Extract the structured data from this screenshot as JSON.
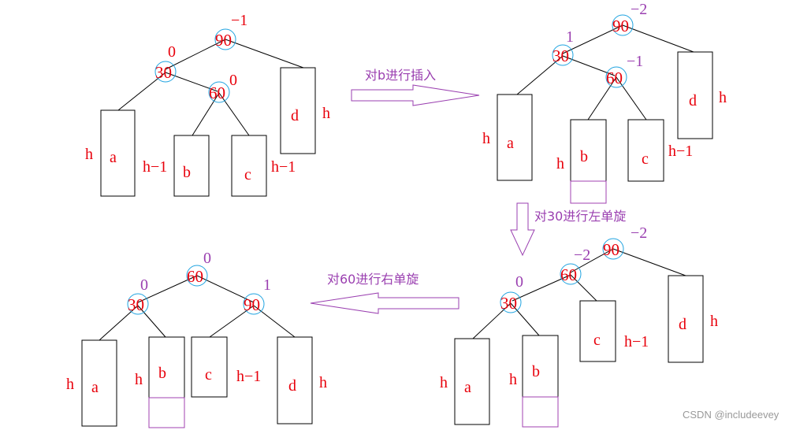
{
  "arrows": {
    "step1": "对b进行插入",
    "step2": "对30进行左单旋",
    "step3": "对60进行右单旋"
  },
  "tree1": {
    "n90": "90",
    "bf90": "−1",
    "n30": "30",
    "bf30": "0",
    "n60": "60",
    "bf60": "0",
    "a": "a",
    "b": "b",
    "c": "c",
    "d": "d",
    "ha": "h",
    "hb": "h−1",
    "hc": "h−1",
    "hd": "h"
  },
  "tree2": {
    "n90": "90",
    "bf90": "−2",
    "n30": "30",
    "bf30": "1",
    "n60": "60",
    "bf60": "−1",
    "a": "a",
    "b": "b",
    "c": "c",
    "d": "d",
    "ha": "h",
    "hb": "h",
    "hc": "h−1",
    "hd": "h"
  },
  "tree3": {
    "n90": "90",
    "bf90": "−2",
    "n60": "60",
    "bf60": "−2",
    "n30": "30",
    "bf30": "0",
    "a": "a",
    "b": "b",
    "c": "c",
    "d": "d",
    "ha": "h",
    "hb": "h",
    "hc": "h−1",
    "hd": "h"
  },
  "tree4": {
    "n60": "60",
    "bf60": "0",
    "n30": "30",
    "bf30": "0",
    "n90": "90",
    "bf90": "1",
    "a": "a",
    "b": "b",
    "c": "c",
    "d": "d",
    "ha": "h",
    "hb": "h",
    "hc": "h−1",
    "hd": "h"
  },
  "watermark": "CSDN @includeevey",
  "colors": {
    "node": "#e8000b",
    "circle": "#1fa3e0",
    "arrow": "#9a3fb0",
    "line": "#000000"
  }
}
